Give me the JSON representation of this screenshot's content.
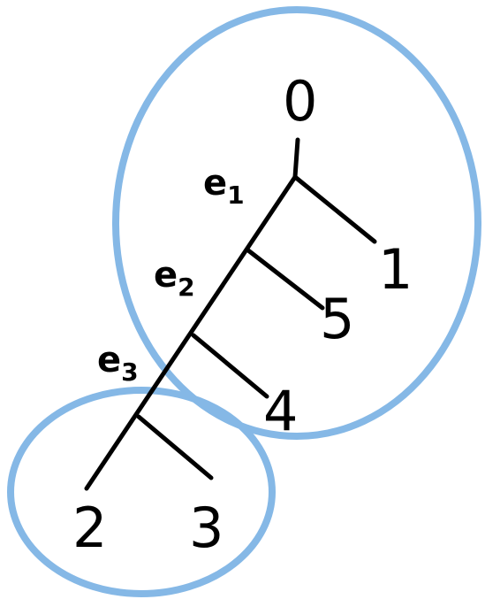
{
  "colors": {
    "cluster": "#85b8e6",
    "ink": "#000000",
    "background": "#ffffff"
  },
  "nodes": {
    "n0": "0",
    "n1": "1",
    "n2": "2",
    "n3": "3",
    "n4": "4",
    "n5": "5"
  },
  "edges": {
    "e1": {
      "base": "e",
      "sub": "1"
    },
    "e2": {
      "base": "e",
      "sub": "2"
    },
    "e3": {
      "base": "e",
      "sub": "3"
    }
  }
}
